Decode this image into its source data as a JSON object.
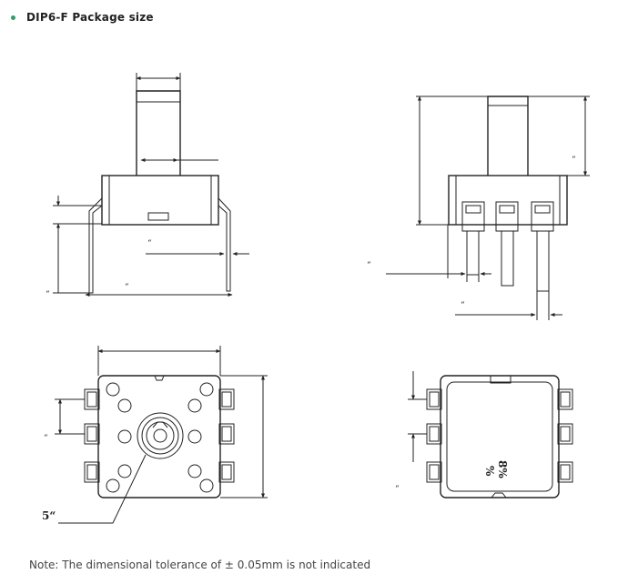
{
  "header": {
    "title": "DIP6-F Package size",
    "bullet_color": "#2f9c6a"
  },
  "labels": {
    "front_pin_pitch": "“",
    "front_width": "“",
    "front_height": "“",
    "side_tube_height": "“",
    "side_pin_thickness": "“",
    "side_pin_width": "“",
    "bottom_pin_pitch": "“",
    "bottom_hole_dia": "5“",
    "top_pin_pitch": "“",
    "top_mark_line1": "8%",
    "top_mark_line2": "%"
  },
  "footer": {
    "note": "Note: The dimensional tolerance of  ± 0.05mm is not indicated"
  }
}
